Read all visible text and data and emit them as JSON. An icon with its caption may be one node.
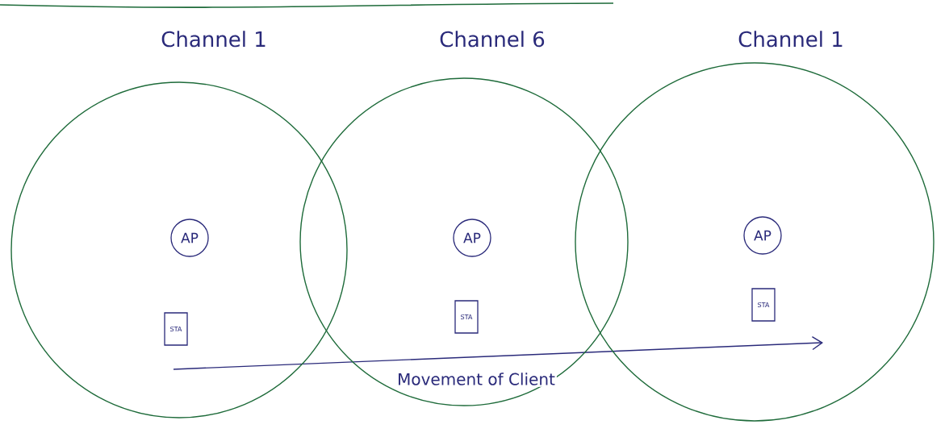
{
  "diagram": {
    "nodes": [
      {
        "text": [
          "Channel 1"
        ]
      },
      {
        "text": [
          "AP"
        ],
        "in": 0
      },
      {
        "text": [
          "STA"
        ],
        "in": 0
      },
      {
        "text": [
          "Channel 6"
        ]
      },
      {
        "text": [
          "AP"
        ],
        "in": 3
      },
      {
        "text": [
          "STA"
        ],
        "in": 3
      },
      {
        "text": [
          "Channel 1"
        ]
      },
      {
        "text": [
          "AP"
        ],
        "in": 6
      },
      {
        "text": [
          "STA"
        ],
        "in": 6
      }
    ],
    "labels": [
      "Movement of Client"
    ]
  }
}
